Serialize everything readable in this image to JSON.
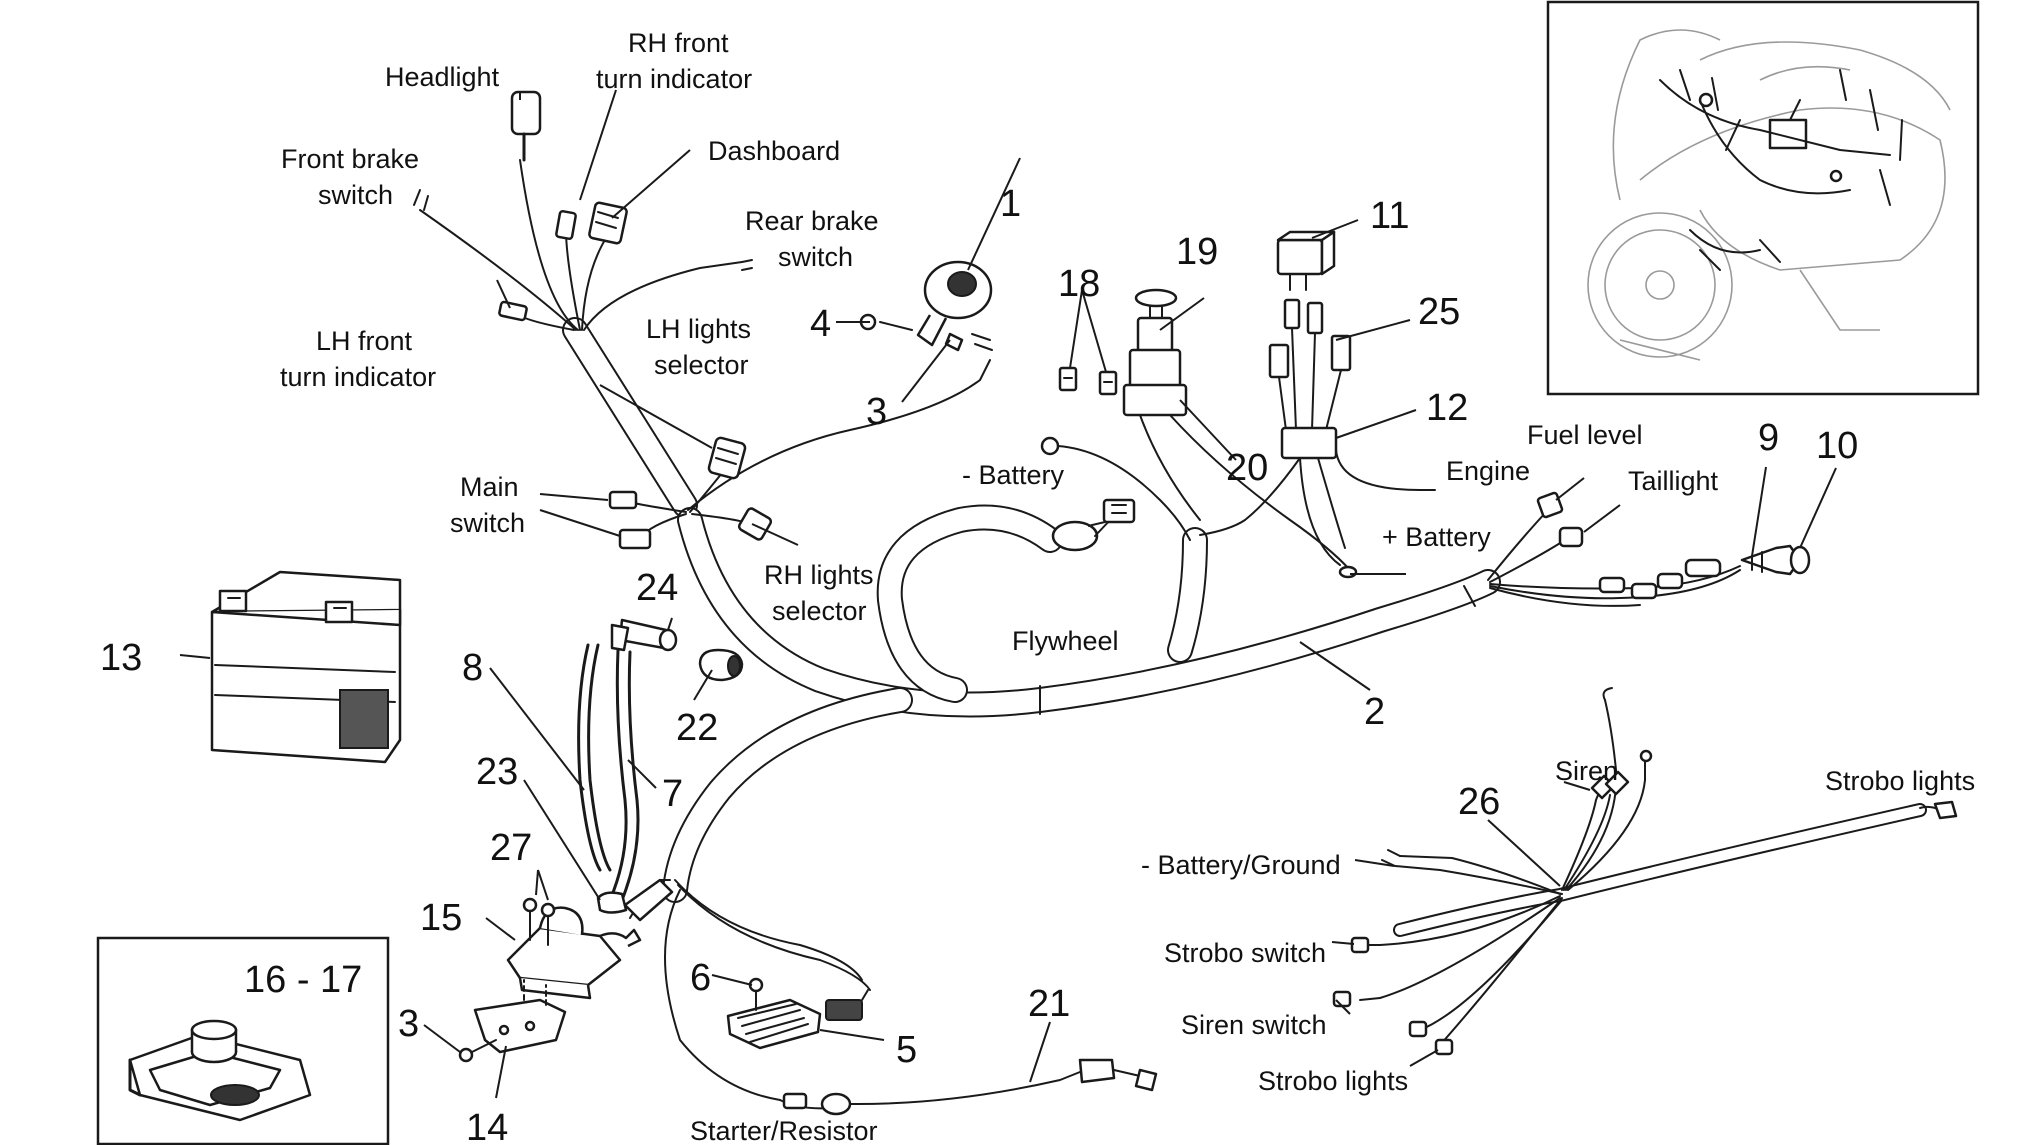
{
  "labels": {
    "headlight": "Headlight",
    "rh_front_turn_1": "RH front",
    "rh_front_turn_2": "turn indicator",
    "dashboard": "Dashboard",
    "front_brake_1": "Front brake",
    "front_brake_2": "switch",
    "rear_brake_1": "Rear brake",
    "rear_brake_2": "switch",
    "lh_front_turn_1": "LH front",
    "lh_front_turn_2": "turn indicator",
    "lh_lights_1": "LH lights",
    "lh_lights_2": "selector",
    "main_switch_1": "Main",
    "main_switch_2": "switch",
    "rh_lights_1": "RH lights",
    "rh_lights_2": "selector",
    "minus_battery": "- Battery",
    "flywheel": "Flywheel",
    "engine": "Engine",
    "plus_battery": "+ Battery",
    "fuel_level": "Fuel level",
    "taillight": "Taillight",
    "siren": "Siren",
    "strobo_lights_top": "Strobo lights",
    "battery_ground": "- Battery/Ground",
    "strobo_switch": "Strobo switch",
    "siren_switch": "Siren switch",
    "strobo_lights_bottom": "Strobo lights",
    "starter_resistor": "Starter/Resistor"
  },
  "numbers": {
    "n1": "1",
    "n2": "2",
    "n3a": "3",
    "n3b": "3",
    "n4": "4",
    "n5": "5",
    "n6": "6",
    "n7": "7",
    "n8": "8",
    "n9": "9",
    "n10": "10",
    "n11": "11",
    "n12": "12",
    "n13": "13",
    "n14": "14",
    "n15": "15",
    "n16_17": "16 - 17",
    "n18": "18",
    "n19": "19",
    "n20": "20",
    "n21": "21",
    "n22": "22",
    "n23": "23",
    "n24": "24",
    "n25": "25",
    "n26": "26",
    "n27": "27"
  }
}
